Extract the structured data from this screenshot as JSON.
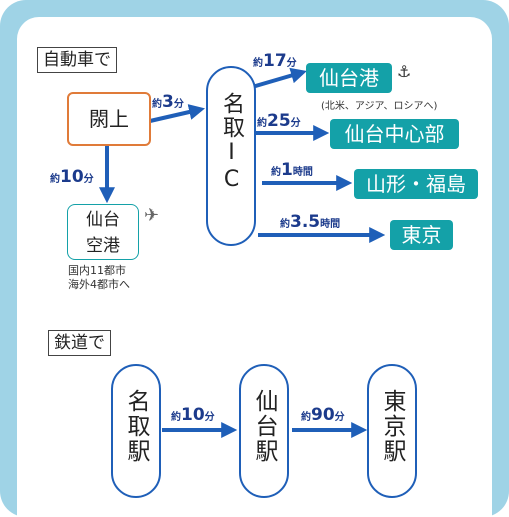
{
  "sections": {
    "car_label": "自動車で",
    "rail_label": "鉄道で"
  },
  "car": {
    "origin": "閖上",
    "hub": "名取IC",
    "airport": {
      "line1": "仙台",
      "line2": "空港"
    },
    "airport_note": {
      "line1": "国内11都市",
      "line2": "海外4都市へ"
    },
    "origin_to_hub": {
      "prefix": "約",
      "num": "3",
      "unit": "分"
    },
    "origin_to_airport": {
      "prefix": "約",
      "num": "10",
      "unit": "分"
    },
    "routes": [
      {
        "prefix": "約",
        "num": "17",
        "unit": "分",
        "dest": "仙台港",
        "note": "(北米、アジア、ロシアへ)"
      },
      {
        "prefix": "約",
        "num": "25",
        "unit": "分",
        "dest": "仙台中心部"
      },
      {
        "prefix": "約",
        "num": "1",
        "unit": "時間",
        "dest": "山形・福島"
      },
      {
        "prefix": "約",
        "num": "3.5",
        "unit": "時間",
        "dest": "東京"
      }
    ]
  },
  "rail": {
    "stations": [
      "名取駅",
      "仙台駅",
      "東京駅"
    ],
    "legs": [
      {
        "prefix": "約",
        "num": "10",
        "unit": "分"
      },
      {
        "prefix": "約",
        "num": "90",
        "unit": "分"
      }
    ]
  },
  "colors": {
    "frame": "#9fd3e6",
    "teal": "#14a1a8",
    "arrow": "#1f5fb8",
    "origin_border": "#e07b39",
    "outline": "#1f5fb8"
  }
}
